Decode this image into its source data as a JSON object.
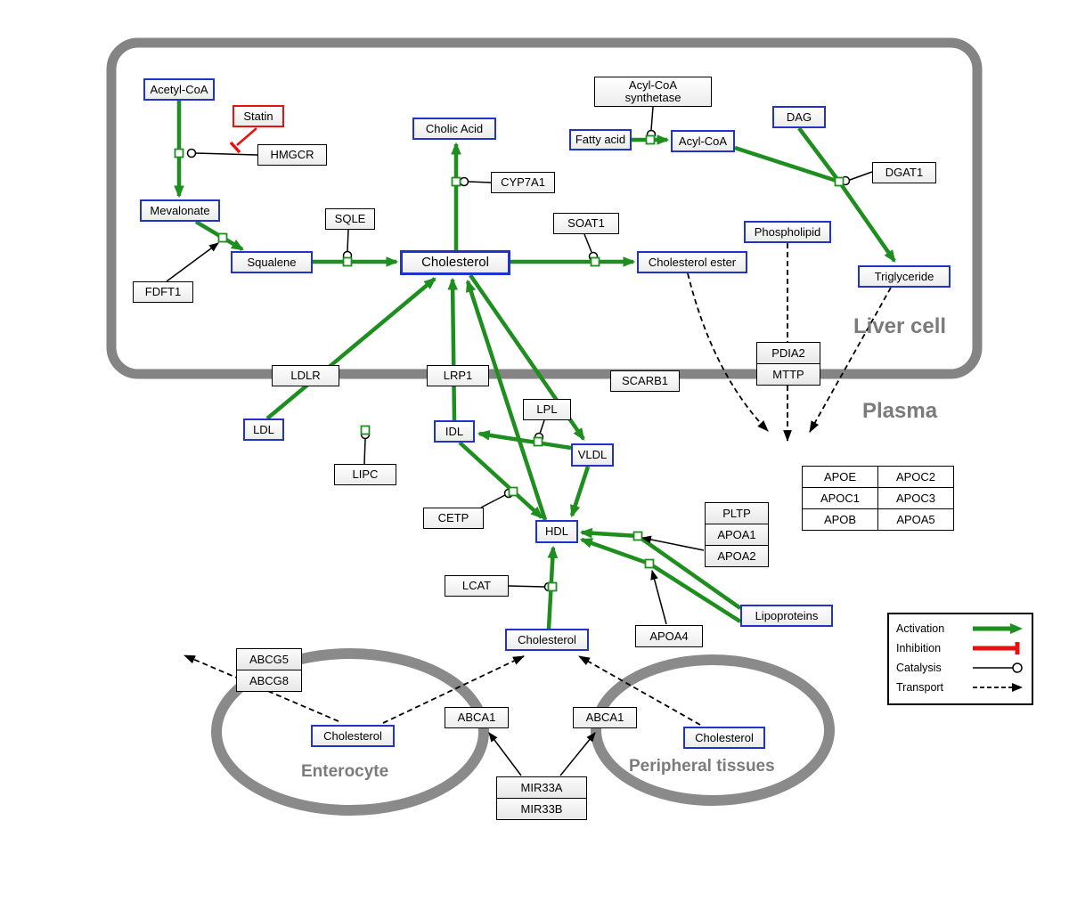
{
  "colors": {
    "activation_green": "#1e8e1e",
    "inhibition_red": "#e81010",
    "metabolite_border_blue": "#2233cc",
    "membrane_gray": "#848484",
    "region_label_gray": "#7b7b7b"
  },
  "regions": {
    "liver": "Liver cell",
    "plasma": "Plasma",
    "enterocyte": "Enterocyte",
    "peripheral": "Peripheral tissues"
  },
  "nodes": {
    "acetyl_coa": "Acetyl-CoA",
    "statin": "Statin",
    "hmgcr": "HMGCR",
    "mevalonate": "Mevalonate",
    "fdft1": "FDFT1",
    "squalene": "Squalene",
    "sqle": "SQLE",
    "cholic_acid": "Cholic Acid",
    "cyp7a1": "CYP7A1",
    "cholesterol_liver": "Cholesterol",
    "soat1": "SOAT1",
    "cholesterol_ester": "Cholesterol ester",
    "acyl_coa_synthetase_1": "Acyl-CoA",
    "acyl_coa_synthetase_2": "synthetase",
    "fatty_acid": "Fatty acid",
    "acyl_coa2": "Acyl-CoA",
    "dag": "DAG",
    "dgat1": "DGAT1",
    "phospholipid": "Phospholipid",
    "triglyceride": "Triglyceride",
    "ldlr": "LDLR",
    "lrp1": "LRP1",
    "scarb1": "SCARB1",
    "pdia2": "PDIA2",
    "mttp": "MTTP",
    "ldl": "LDL",
    "idl": "IDL",
    "lipc": "LIPC",
    "lpl": "LPL",
    "vldl": "VLDL",
    "cetp": "CETP",
    "hdl": "HDL",
    "pltp": "PLTP",
    "apoa1": "APOA1",
    "apoa2": "APOA2",
    "lcat": "LCAT",
    "apoa4": "APOA4",
    "lipoproteins": "Lipoproteins",
    "cholesterol_plasma": "Cholesterol",
    "abcg5": "ABCG5",
    "abcg8": "ABCG8",
    "cholesterol_enterocyte": "Cholesterol",
    "abca1_left": "ABCA1",
    "abca1_right": "ABCA1",
    "cholesterol_peripheral": "Cholesterol",
    "mir33a": "MIR33A",
    "mir33b": "MIR33B"
  },
  "apo_table": [
    [
      "APOE",
      "APOC2"
    ],
    [
      "APOC1",
      "APOC3"
    ],
    [
      "APOB",
      "APOA5"
    ]
  ],
  "legend": {
    "activation": "Activation",
    "inhibition": "Inhibition",
    "catalysis": "Catalysis",
    "transport": "Transport"
  }
}
